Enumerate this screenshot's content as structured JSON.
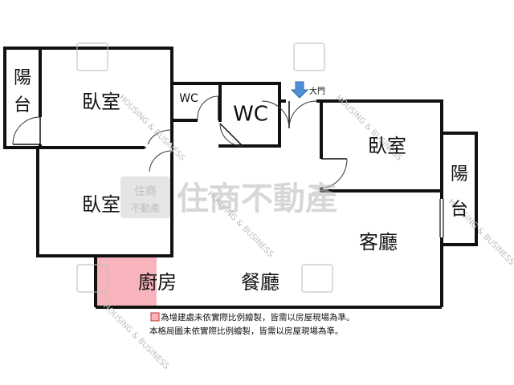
{
  "floor_plan": {
    "rooms": {
      "balcony_left": "陽\n台",
      "bedroom_top_left": "臥室",
      "wc_small": "WC",
      "wc_large": "WC",
      "bedroom_right": "臥室",
      "bedroom_bottom_left": "臥室",
      "balcony_right": "陽\n台",
      "living_room": "客廳",
      "kitchen": "廚房",
      "dining_room": "餐廳"
    },
    "entrance_label": "大門",
    "watermark_brand": "住商不動產",
    "watermark_logo": "住商\n不動產",
    "watermark_stamp": "住商\n不動產",
    "watermark_text": "HOUSING & BUSINESS",
    "notes": {
      "extension": "為增建處未依實際比例繪製，皆需以房屋現場為準。",
      "layout": "本格局圖未依實際比例繪製，皆需以房屋現場為準。"
    }
  },
  "colors": {
    "wall": "#111111",
    "extension_fill": "#f7b4bd",
    "entrance_arrow": "#4f8fd6",
    "watermark": "#bdbdbd"
  },
  "icons": [
    "entrance-arrow-icon",
    "extension-legend-swatch"
  ]
}
